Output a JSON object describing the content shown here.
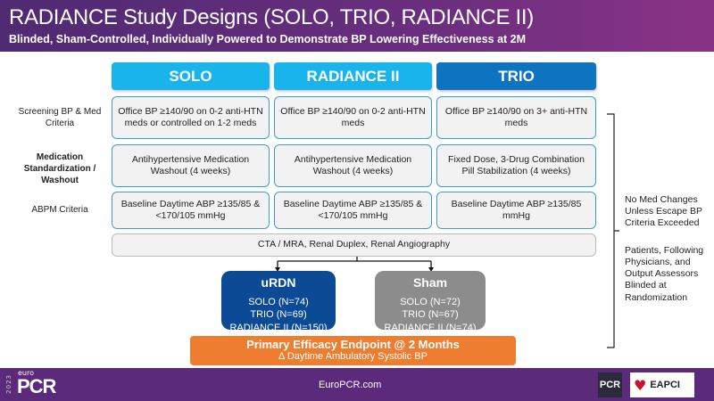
{
  "header": {
    "title": "RADIANCE Study Designs (SOLO, TRIO, RADIANCE II)",
    "subtitle": "Blinded, Sham-Controlled, Individually Powered to Demonstrate BP Lowering Effectiveness at 2M"
  },
  "columns": [
    {
      "label": "SOLO",
      "color": "#1ab4ec"
    },
    {
      "label": "RADIANCE II",
      "color": "#1ab4ec"
    },
    {
      "label": "TRIO",
      "color": "#0f74c0"
    }
  ],
  "rows": [
    {
      "label": "Screening BP & Med Criteria",
      "cells": [
        "Office BP ≥140/90 on 0-2 anti-HTN meds or controlled on 1-2 meds",
        "Office BP ≥140/90 on 0-2 anti-HTN meds",
        "Office BP ≥140/90 on 3+ anti-HTN meds"
      ]
    },
    {
      "label": "Medication Standardization / Washout",
      "cells": [
        "Antihypertensive Medication Washout (4 weeks)",
        "Antihypertensive Medication Washout (4 weeks)",
        "Fixed Dose, 3-Drug Combination Pill Stabilization (4 weeks)"
      ]
    },
    {
      "label": "ABPM Criteria",
      "cells": [
        "Baseline Daytime ABP ≥135/85 & <170/105 mmHg",
        "Baseline Daytime ABP ≥135/85 & <170/105 mmHg",
        "Baseline Daytime ABP ≥135/85 mmHg"
      ]
    }
  ],
  "imaging": "CTA / MRA, Renal Duplex, Renal Angiography",
  "arms": [
    {
      "title": "uRDN",
      "lines": [
        "SOLO (N=74)",
        "TRIO (N=69)",
        "RADIANCE II (N=150)"
      ],
      "color": "#0d4a96"
    },
    {
      "title": "Sham",
      "lines": [
        "SOLO (N=72)",
        "TRIO (N=67)",
        "RADIANCE II (N=74)"
      ],
      "color": "#8c8c8c"
    }
  ],
  "endpoint": {
    "title": "Primary Efficacy Endpoint @ 2 Months",
    "subtitle": "Δ Daytime Ambulatory Systolic BP"
  },
  "side_notes": [
    "No Med Changes Unless Escape BP Criteria Exceeded",
    "Patients, Following Physicians, and Output Assessors Blinded at Randomization"
  ],
  "footer": {
    "logo_year": "2023",
    "logo_euro": "euro",
    "logo_pcr": "PCR",
    "url": "EuroPCR.com",
    "pcr_badge": "PCR",
    "eapci": "EAPCI"
  }
}
